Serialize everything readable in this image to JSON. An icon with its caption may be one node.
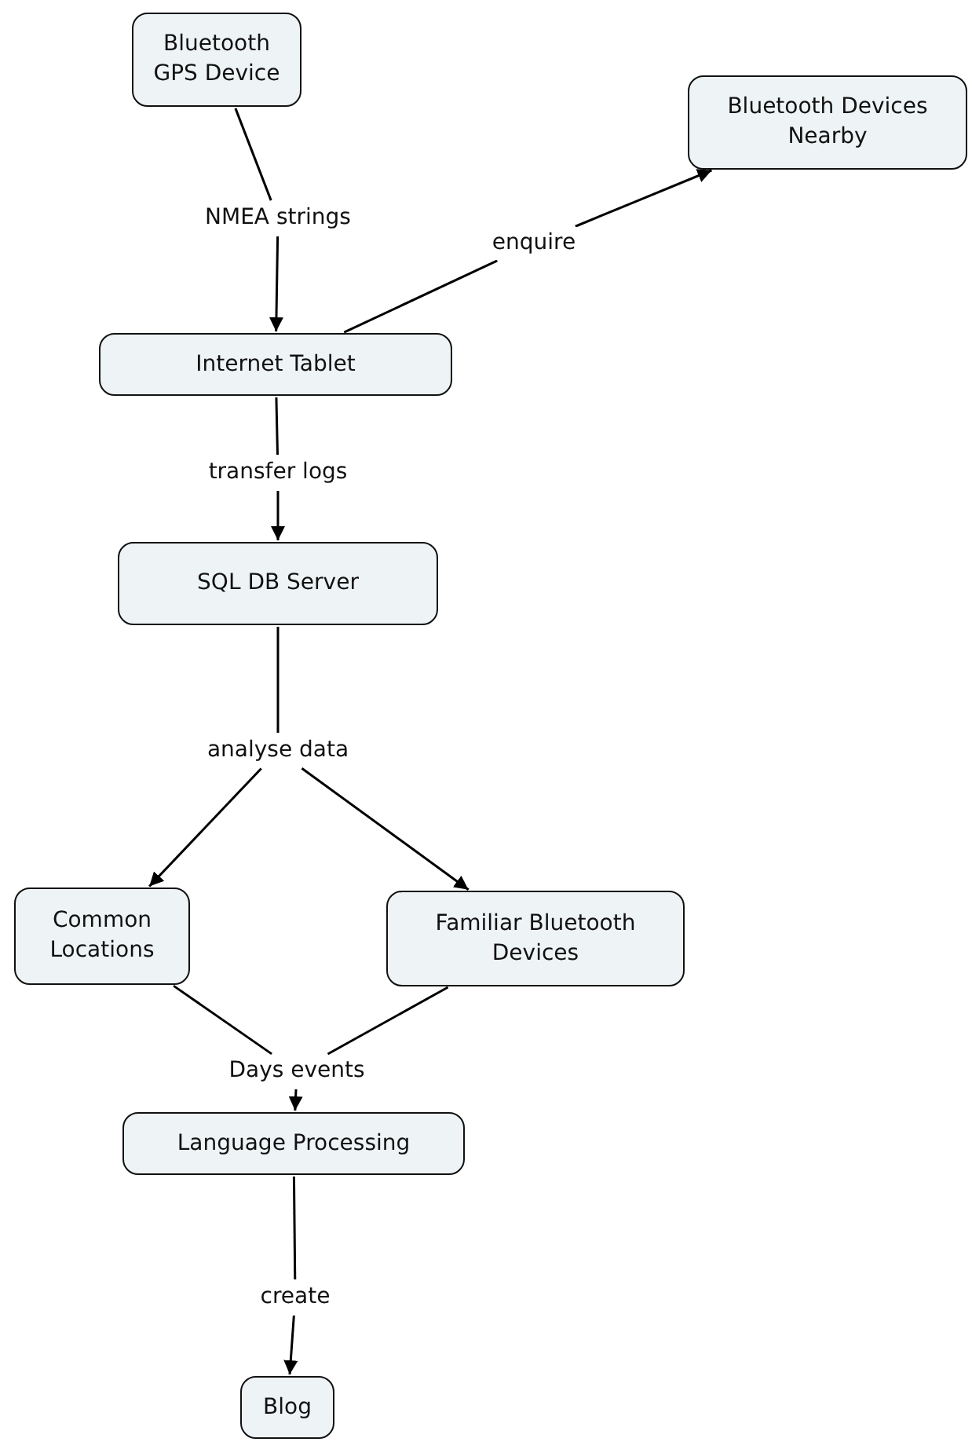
{
  "diagram": {
    "nodes": [
      {
        "text": [
          "Bluetooth GPS Device"
        ]
      },
      {
        "text": [
          "NMEA strings"
        ]
      },
      {
        "text": [
          "Bluetooth Devices Nearby"
        ]
      },
      {
        "text": [
          "enquire"
        ]
      },
      {
        "text": [
          "Internet Tablet"
        ]
      },
      {
        "text": [
          "transfer logs"
        ]
      },
      {
        "text": [
          "SQL DB Server"
        ]
      },
      {
        "text": [
          "analyse data"
        ]
      },
      {
        "text": [
          "Common Locations"
        ]
      },
      {
        "text": [
          "Familiar Bluetooth Devices"
        ]
      },
      {
        "text": [
          "Days events"
        ]
      },
      {
        "text": [
          "Language Processing"
        ]
      },
      {
        "text": [
          "create"
        ]
      },
      {
        "text": [
          "Blog"
        ]
      }
    ],
    "edges": [
      {
        "from": 0,
        "to": 1,
        "arrow": "none"
      },
      {
        "from": 1,
        "to": 4,
        "arrow": "to"
      },
      {
        "from": 4,
        "to": 3,
        "arrow": "none"
      },
      {
        "from": 3,
        "to": 2,
        "arrow": "to"
      },
      {
        "from": 4,
        "to": 5,
        "arrow": "none"
      },
      {
        "from": 5,
        "to": 6,
        "arrow": "to"
      },
      {
        "from": 6,
        "to": 7,
        "arrow": "none"
      },
      {
        "from": 7,
        "to": 8,
        "arrow": "to"
      },
      {
        "from": 7,
        "to": 9,
        "arrow": "to"
      },
      {
        "from": 8,
        "to": 10,
        "arrow": "none"
      },
      {
        "from": 9,
        "to": 10,
        "arrow": "none"
      },
      {
        "from": 10,
        "to": 11,
        "arrow": "to"
      },
      {
        "from": 11,
        "to": 12,
        "arrow": "none"
      },
      {
        "from": 12,
        "to": 13,
        "arrow": "to"
      }
    ]
  }
}
